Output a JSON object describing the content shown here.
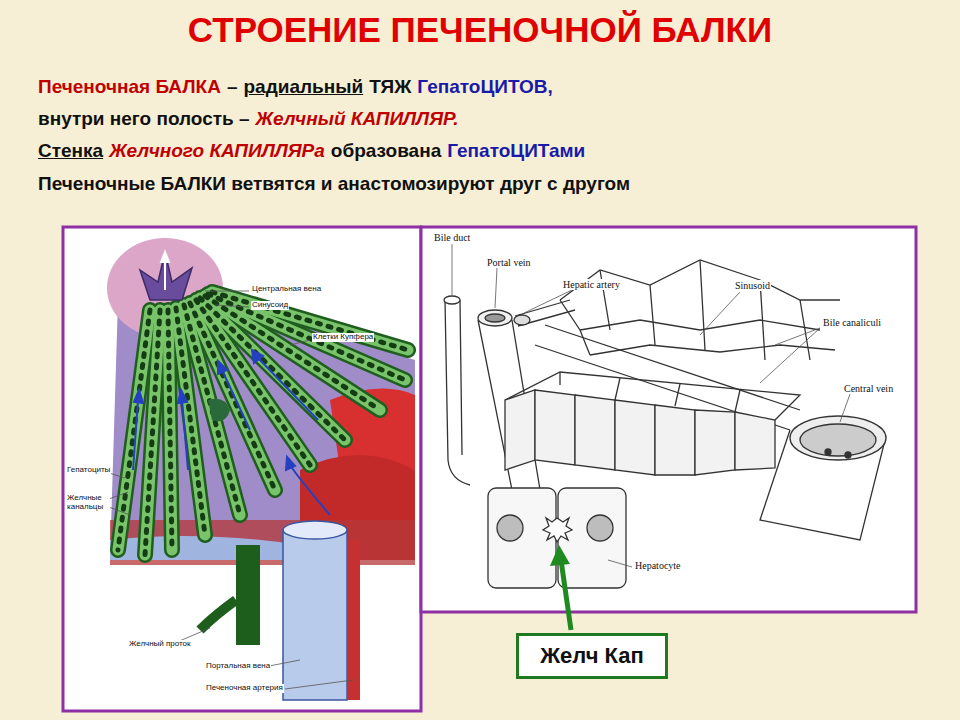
{
  "diagram": {
    "title": "СТРОЕНИЕ ПЕЧЕНОЧНОЙ БАЛКИ",
    "nodes": [
      {
        "text": [
          "Желч Кап"
        ]
      }
    ],
    "labels": [
      "Печеночная БАЛКА",
      "–",
      "радиальный",
      "ТЯЖ",
      "ГепатоЦИТОВ,",
      "внутри него полость –",
      "Желчный КАПИЛЛЯР.",
      "Стенка",
      "Желчного КАПИЛЛЯРа",
      "образована",
      "ГепатоЦИТами",
      "Печеночные БАЛКИ ветвятся и анастомозируют друг с другом",
      "Центральная вена",
      "Синусоид",
      "Клетки Купфера",
      "Гепатоциты",
      "Желчные канальцы",
      "Желчный проток",
      "Портальная вена",
      "Печеночная артерия",
      "Bile duct",
      "Portal vein",
      "Hepatic artery",
      "Sinusoid",
      "Bile canaliculi",
      "Central vein",
      "Hepatocyte"
    ]
  }
}
